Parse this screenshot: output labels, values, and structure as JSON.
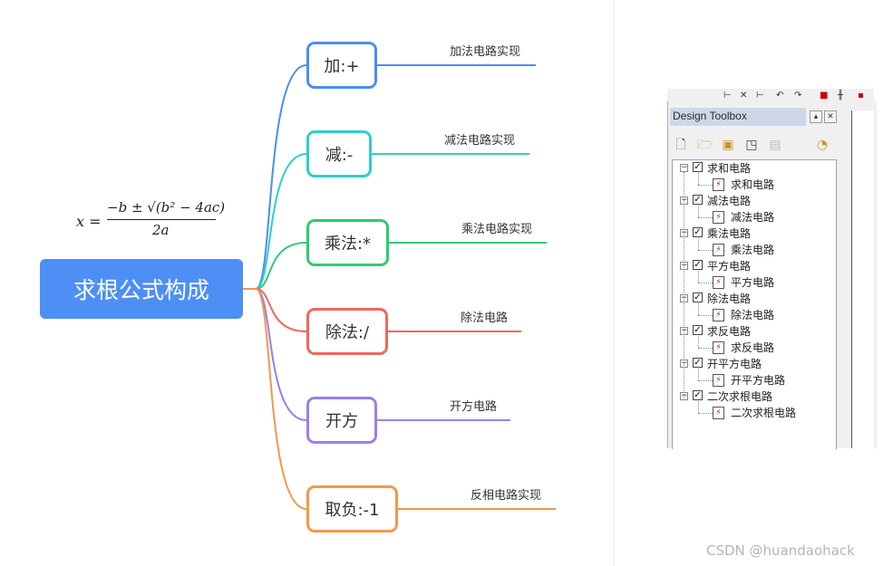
{
  "root": {
    "label": "求根公式构成",
    "color": "#4d8ff5"
  },
  "formula": {
    "lhs": "x =",
    "numerator": "−b ± √(b² − 4ac)",
    "denominator": "2a"
  },
  "branches": [
    {
      "label": "加:+",
      "leaf": "加法电路实现",
      "color": "#4b8ef0"
    },
    {
      "label": "减:-",
      "leaf": "减法电路实现",
      "color": "#2ecfc9"
    },
    {
      "label": "乘法:*",
      "leaf": "乘法电路实现",
      "color": "#2ecc71"
    },
    {
      "label": "除法:/",
      "leaf": "除法电路",
      "color": "#f0685a"
    },
    {
      "label": "开方",
      "leaf": "开方电路",
      "color": "#9b7fe8"
    },
    {
      "label": "取负:-1",
      "leaf": "反相电路实现",
      "color": "#f7974a"
    }
  ],
  "toolbox": {
    "title": "Design Toolbox",
    "minimize_glyph": "▴",
    "close_glyph": "✕",
    "tree": [
      {
        "label": "求和电路",
        "child": "求和电路"
      },
      {
        "label": "减法电路",
        "child": "减法电路"
      },
      {
        "label": "乘法电路",
        "child": "乘法电路"
      },
      {
        "label": "平方电路",
        "child": "平方电路"
      },
      {
        "label": "除法电路",
        "child": "除法电路"
      },
      {
        "label": "求反电路",
        "child": "求反电路"
      },
      {
        "label": "开平方电路",
        "child": "开平方电路"
      },
      {
        "label": "二次求根电路",
        "child": "二次求根电路"
      }
    ]
  },
  "watermark": "CSDN @huandaohack"
}
